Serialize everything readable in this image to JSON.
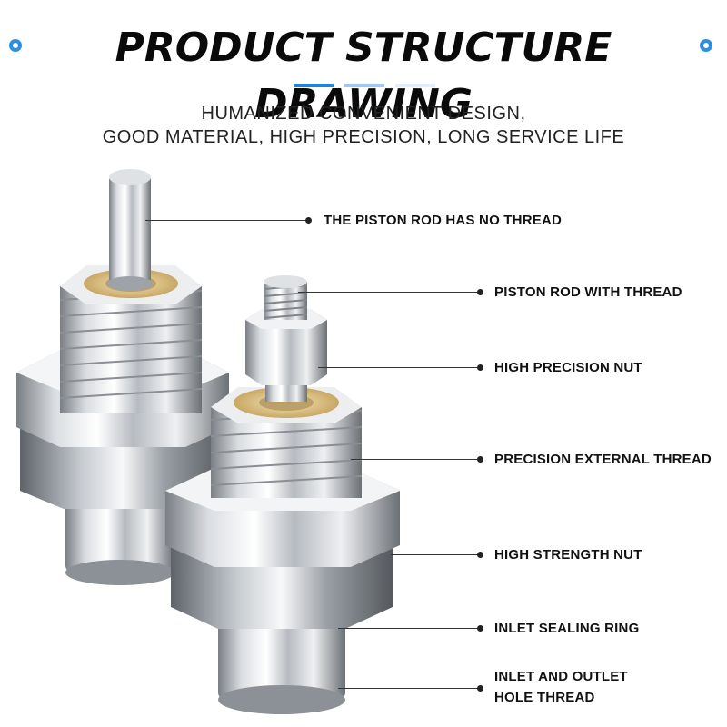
{
  "header": {
    "title": "PRODUCT STRUCTURE DRAWING",
    "subtitle_line1": "HUMANIZED CONVENIENT DESIGN,",
    "subtitle_line2": "GOOD MATERIAL, HIGH PRECISION, LONG SERVICE LIFE",
    "accent_color": "#2b8fe6"
  },
  "callouts": [
    {
      "label": "THE PISTON ROD HAS NO THREAD"
    },
    {
      "label": "PISTON ROD WITH THREAD"
    },
    {
      "label": "HIGH PRECISION NUT"
    },
    {
      "label": "PRECISION EXTERNAL THREAD"
    },
    {
      "label": "HIGH STRENGTH NUT"
    },
    {
      "label": "INLET SEALING RING"
    },
    {
      "label": "INLET AND OUTLET",
      "label2": "HOLE THREAD"
    }
  ],
  "colors": {
    "metal_dark": "#6f747a",
    "metal_mid": "#b9bec4",
    "metal_light": "#f2f4f6",
    "brass": "#d7b978"
  }
}
